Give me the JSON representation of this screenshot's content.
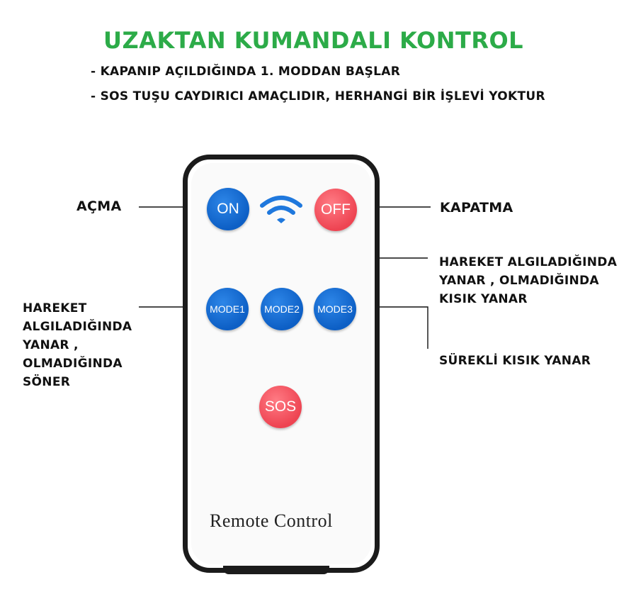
{
  "header": {
    "title": "UZAKTAN KUMANDALI KONTROL",
    "line1": "- KAPANIP AÇILDIĞINDA 1. MODDAN BAŞLAR",
    "line2": "- SOS TUŞU CAYDIRICI AMAÇLIDIR, HERHANGİ BİR İŞLEVİ YOKTUR"
  },
  "labels": {
    "on": "AÇMA",
    "off": "KAPATMA",
    "mode1": [
      "HAREKET",
      "ALGILADIĞINDA",
      "YANAR ,",
      "OLMADIĞINDA",
      "SÖNER"
    ],
    "mode2": [
      "HAREKET ALGILADIĞINDA",
      "YANAR , OLMADIĞINDA",
      "KISIK YANAR"
    ],
    "mode3": "SÜREKLİ KISIK YANAR"
  },
  "remote": {
    "on_label": "ON",
    "off_label": "OFF",
    "mode1_label": "MODE1",
    "mode2_label": "MODE2",
    "mode3_label": "MODE3",
    "sos_label": "SOS",
    "brand_text": "Remote Control",
    "icon": "wifi-icon"
  },
  "colors": {
    "title_green": "#2cab48",
    "button_blue": "#0d5fc5",
    "button_red": "#ee4452"
  }
}
